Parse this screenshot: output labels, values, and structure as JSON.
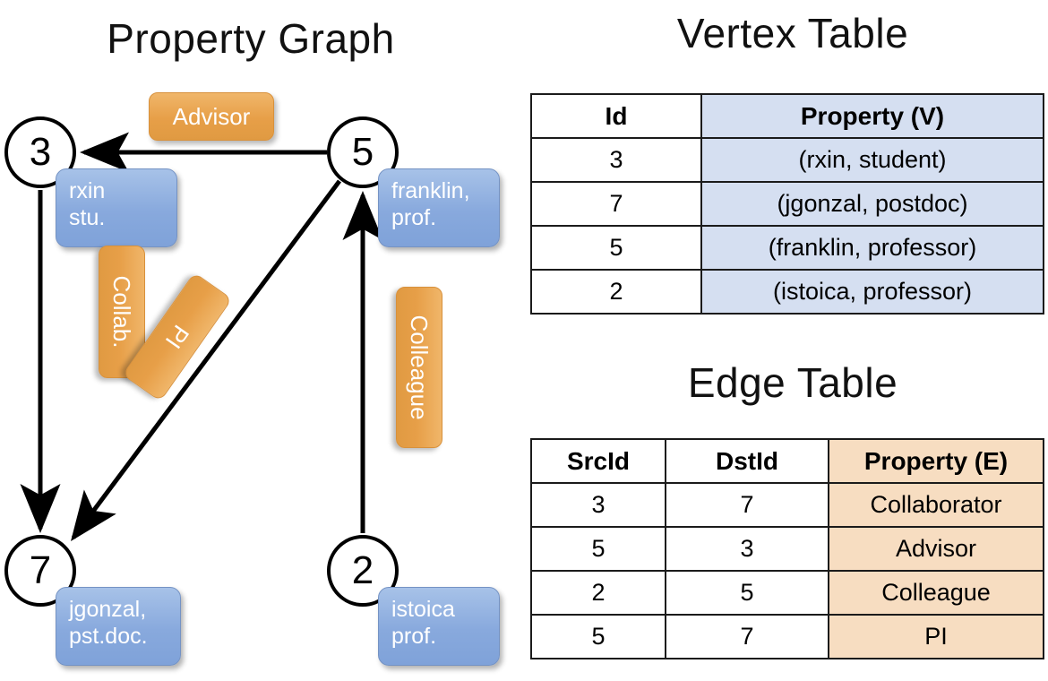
{
  "titles": {
    "property_graph": "Property Graph",
    "vertex_table": "Vertex Table",
    "edge_table": "Edge Table"
  },
  "graph": {
    "nodes": [
      {
        "id": "3",
        "property": "rxin\nstu."
      },
      {
        "id": "5",
        "property": "franklin,\nprof."
      },
      {
        "id": "7",
        "property": "jgonzal,\npst.doc."
      },
      {
        "id": "2",
        "property": "istoica\nprof."
      }
    ],
    "node_labels": {
      "n3": "3",
      "n5": "5",
      "n7": "7",
      "n2": "2"
    },
    "properties": {
      "rxin_line1": "rxin",
      "rxin_line2": "stu.",
      "franklin_line1": "franklin,",
      "franklin_line2": "prof.",
      "jgonzal_line1": "jgonzal,",
      "jgonzal_line2": "pst.doc.",
      "istoica_line1": "istoica",
      "istoica_line2": "prof."
    },
    "edge_labels": {
      "advisor": "Advisor",
      "collab": "Collab.",
      "pi": "PI",
      "colleague": "Colleague"
    },
    "edges": [
      {
        "from": "5",
        "to": "3",
        "label": "Advisor"
      },
      {
        "from": "3",
        "to": "7",
        "label": "Collab."
      },
      {
        "from": "5",
        "to": "7",
        "label": "PI"
      },
      {
        "from": "2",
        "to": "5",
        "label": "Colleague"
      }
    ]
  },
  "vertex_table": {
    "headers": [
      "Id",
      "Property (V)"
    ],
    "rows": [
      {
        "id": "3",
        "property": "(rxin, student)"
      },
      {
        "id": "7",
        "property": "(jgonzal, postdoc)"
      },
      {
        "id": "5",
        "property": "(franklin, professor)"
      },
      {
        "id": "2",
        "property": "(istoica, professor)"
      }
    ]
  },
  "edge_table": {
    "headers": [
      "SrcId",
      "DstId",
      "Property (E)"
    ],
    "rows": [
      {
        "src": "3",
        "dst": "7",
        "property": "Collaborator"
      },
      {
        "src": "5",
        "dst": "3",
        "property": "Advisor"
      },
      {
        "src": "2",
        "dst": "5",
        "property": "Colleague"
      },
      {
        "src": "5",
        "dst": "7",
        "property": "PI"
      }
    ]
  },
  "colors": {
    "vertex_property_bg": "#d5dff1",
    "edge_property_bg": "#f7ddc1",
    "node_property_blue": "#88a9dd",
    "edge_label_orange": "#e79f48",
    "stroke": "#000000"
  }
}
